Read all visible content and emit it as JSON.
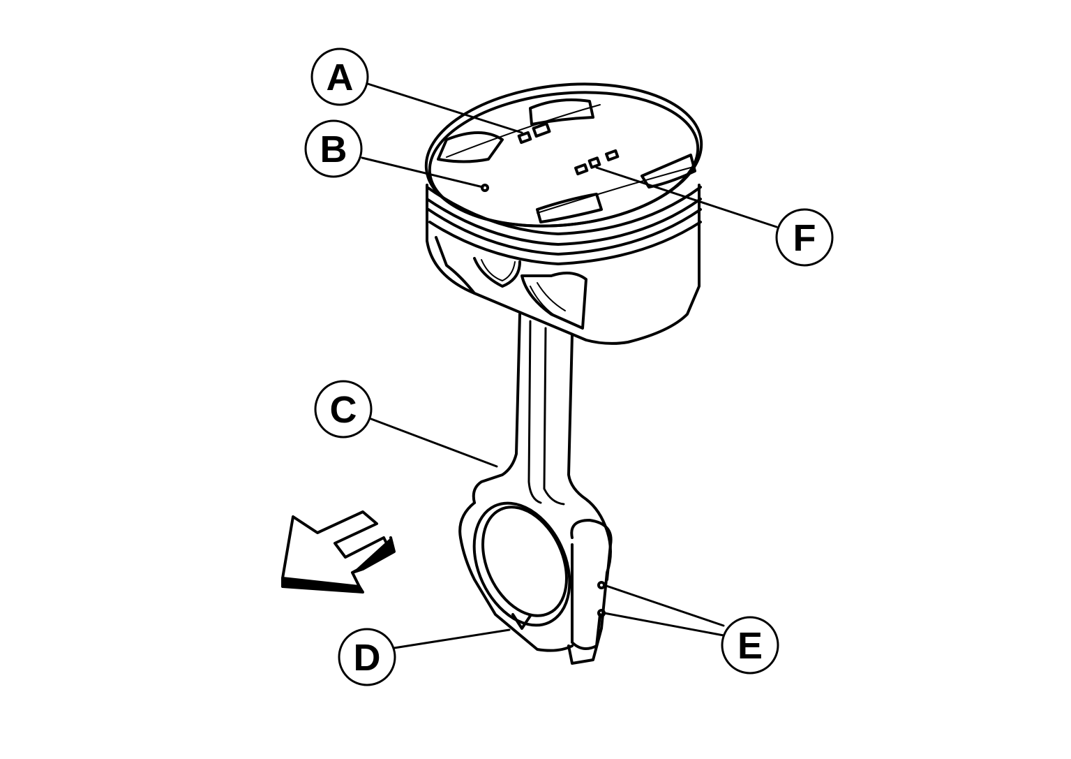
{
  "diagram": {
    "callouts": [
      {
        "id": "a",
        "label": "A"
      },
      {
        "id": "b",
        "label": "B"
      },
      {
        "id": "c",
        "label": "C"
      },
      {
        "id": "d",
        "label": "D"
      },
      {
        "id": "e",
        "label": "E"
      },
      {
        "id": "f",
        "label": "F"
      }
    ],
    "colors": {
      "line": "#000000",
      "background": "#ffffff"
    }
  }
}
